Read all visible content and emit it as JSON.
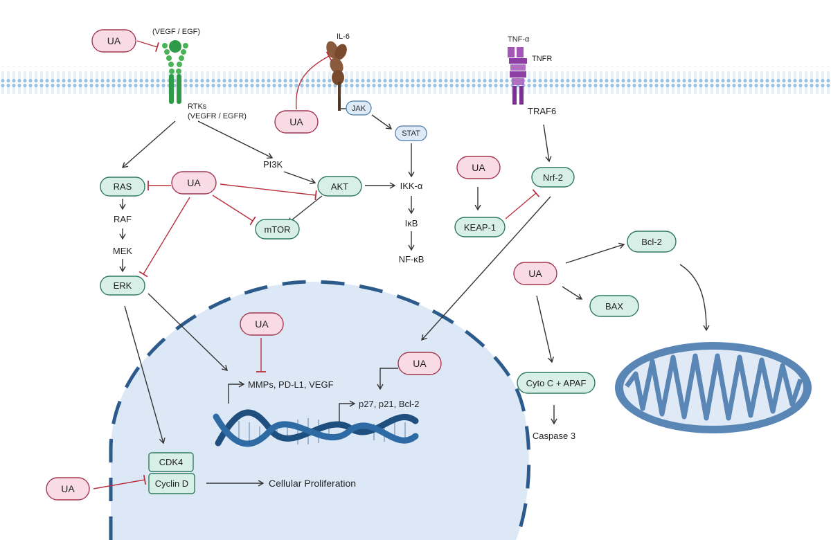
{
  "ua_label": "UA",
  "ligand_vegf_egf": "(VEGF / EGF)",
  "rtks_line1": "RTKs",
  "rtks_line2": "(VEGFR / EGFR)",
  "il6": "IL-6",
  "jak": "JAK",
  "stat": "STAT",
  "tnf_alpha": "TNF-α",
  "tnfr": "TNFR",
  "traf6": "TRAF6",
  "pi3k": "PI3K",
  "ras": "RAS",
  "raf": "RAF",
  "mek": "MEK",
  "erk": "ERK",
  "akt": "AKT",
  "mtor": "mTOR",
  "ikk_alpha": "IKK-α",
  "ikb": "IκB",
  "nfkb": "NF-κB",
  "nrf2": "Nrf-2",
  "keap1": "KEAP-1",
  "bcl2": "Bcl-2",
  "bax": "BAX",
  "cyto_apaf": "Cyto C + APAF",
  "caspase3": "Caspase 3",
  "mmps": "MMPs, PD-L1, VEGF",
  "p27": "p27, p21, Bcl-2",
  "cdk4": "CDK4",
  "cyclin_d": "Cyclin D",
  "cellular_proliferation": "Cellular Proliferation"
}
